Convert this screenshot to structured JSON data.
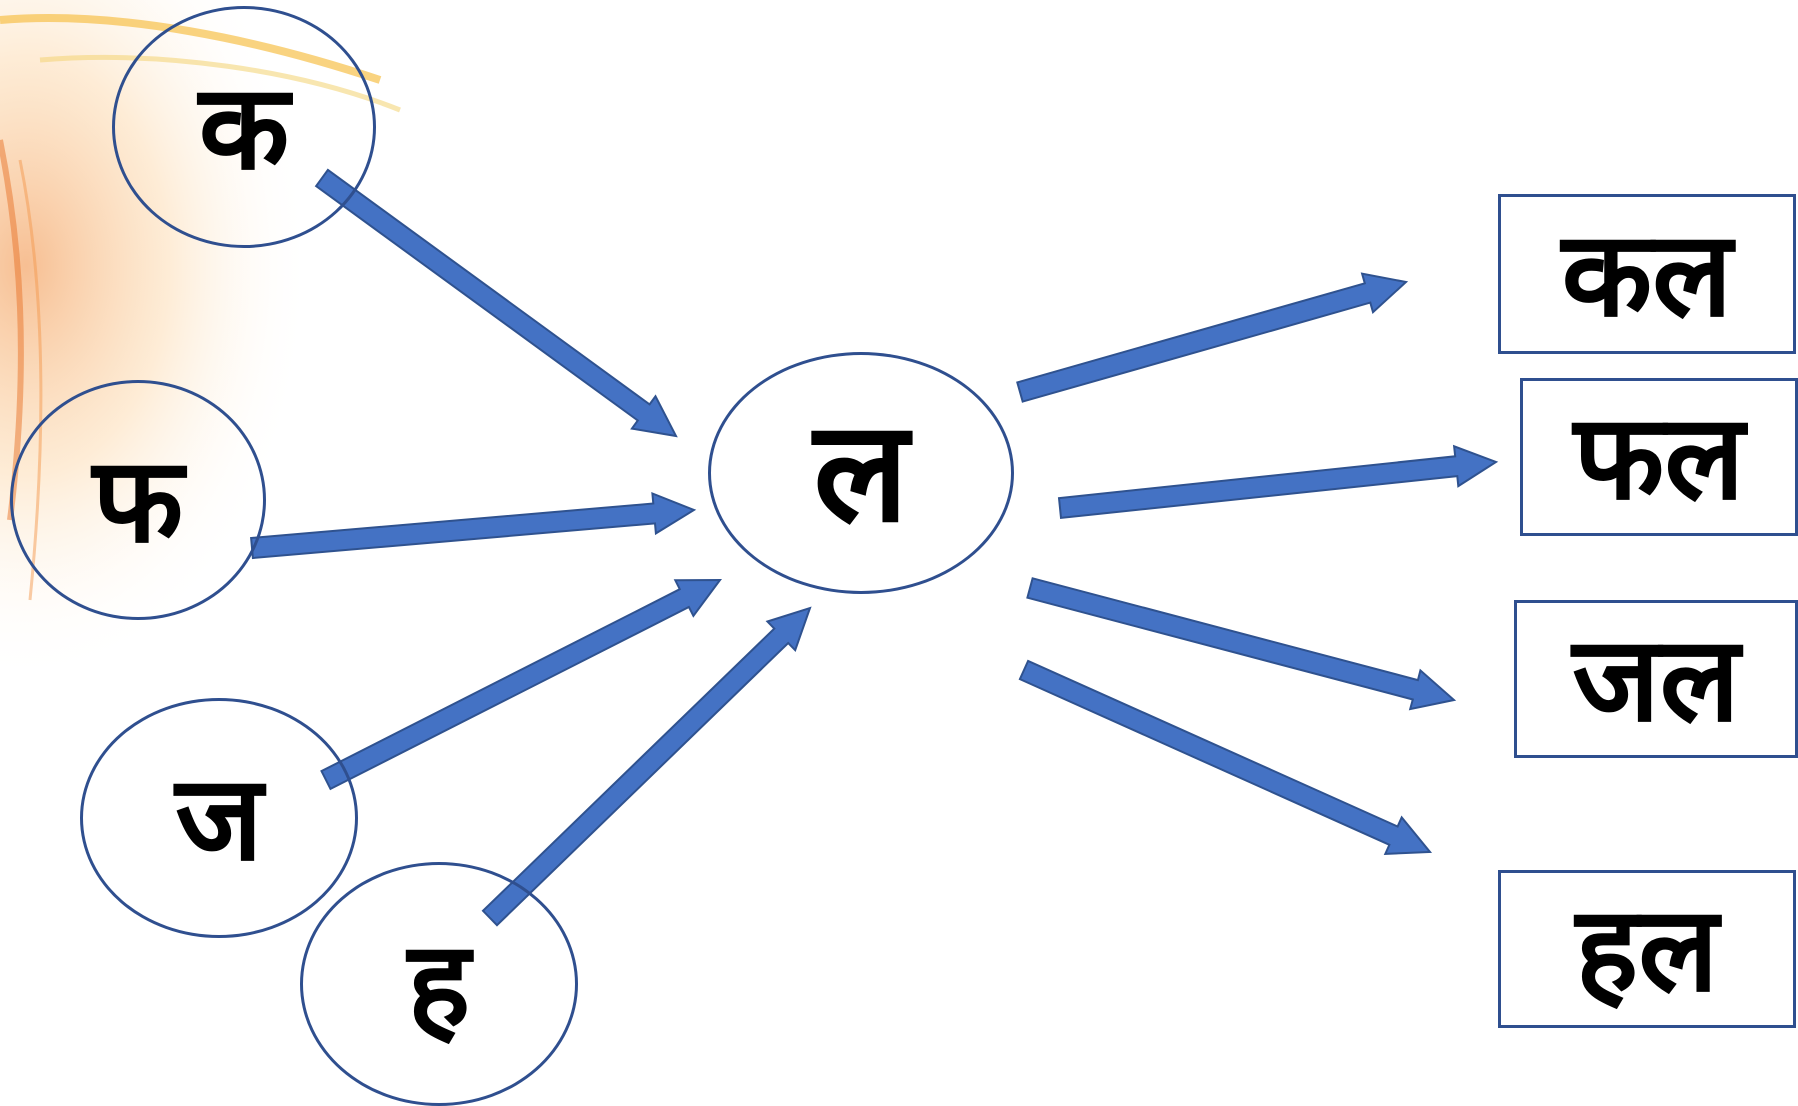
{
  "diagram": {
    "center": "ल",
    "letters": [
      {
        "id": "ka",
        "text": "क"
      },
      {
        "id": "pha",
        "text": "फ"
      },
      {
        "id": "ja",
        "text": "ज"
      },
      {
        "id": "ha",
        "text": "ह"
      }
    ],
    "words": [
      {
        "id": "kal",
        "text": "कल"
      },
      {
        "id": "phal",
        "text": "फल"
      },
      {
        "id": "jal",
        "text": "जल"
      },
      {
        "id": "hal",
        "text": "हल"
      }
    ]
  },
  "colors": {
    "arrow_fill": "#4472c4",
    "arrow_stroke": "#2f528f",
    "node_border": "#2f4f8f",
    "text": "#000000"
  }
}
